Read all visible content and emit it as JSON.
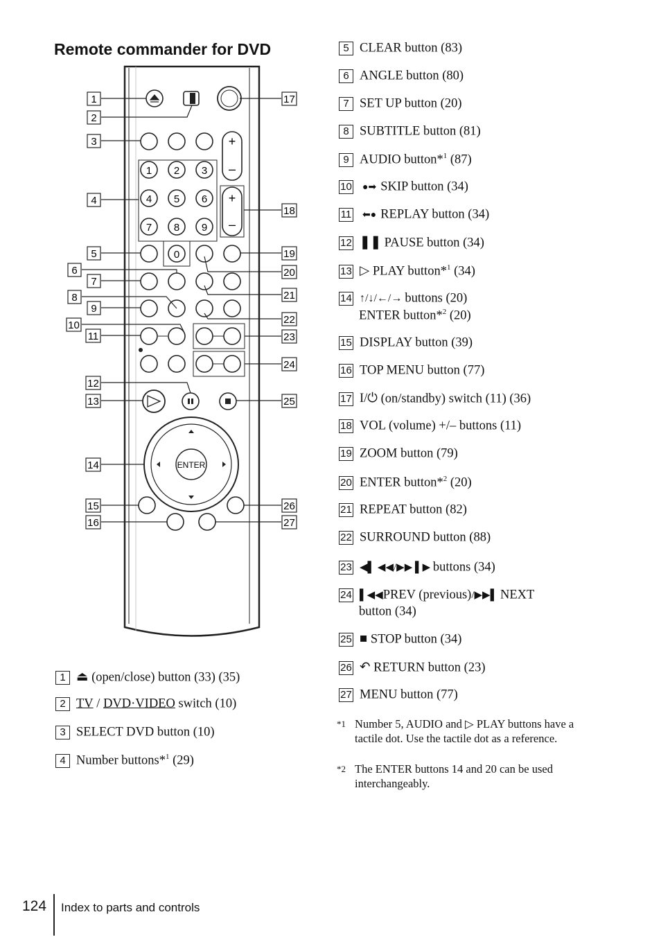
{
  "page": {
    "title": "Remote commander for DVD",
    "page_number": "124",
    "section": "Index to parts and controls"
  },
  "remote": {
    "center_button": "ENTER",
    "callouts": [
      "1",
      "2",
      "3",
      "4",
      "5",
      "6",
      "7",
      "8",
      "9",
      "10",
      "11",
      "12",
      "13",
      "14",
      "15",
      "16",
      "17",
      "18",
      "19",
      "20",
      "21",
      "22",
      "23",
      "24",
      "25",
      "26",
      "27"
    ],
    "number_keys": [
      "1",
      "2",
      "3",
      "4",
      "5",
      "6",
      "7",
      "8",
      "9",
      "0"
    ]
  },
  "left_items": [
    {
      "num": "1",
      "text": "(open/close) button (33) (35)",
      "icon": "eject-icon"
    },
    {
      "num": "2",
      "text_a": "TV",
      "sep": " / ",
      "text_b": "DVD·VIDEO",
      "text_c": " switch (10)"
    },
    {
      "num": "3",
      "text": "SELECT DVD button (10)"
    },
    {
      "num": "4",
      "text": "Number buttons*",
      "sup": "1",
      "after": " (29)"
    }
  ],
  "right_items": [
    {
      "num": "5",
      "text": "CLEAR button (83)"
    },
    {
      "num": "6",
      "text": "ANGLE button (80)"
    },
    {
      "num": "7",
      "text": "SET UP button (20)"
    },
    {
      "num": "8",
      "text": "SUBTITLE button (81)"
    },
    {
      "num": "9",
      "text": "AUDIO button*",
      "sup": "1",
      "after": " (87)"
    },
    {
      "num": "10",
      "text": "SKIP button (34)",
      "icon": "skip-icon"
    },
    {
      "num": "11",
      "text": "REPLAY button (34)",
      "icon": "replay-icon"
    },
    {
      "num": "12",
      "text": "PAUSE button (34)",
      "icon": "pause-icon"
    },
    {
      "num": "13",
      "text": "PLAY button*",
      "sup": "1",
      "after": " (34)",
      "icon": "play-outline-icon"
    },
    {
      "num": "14",
      "text": "buttons (20)",
      "line2": "ENTER button*",
      "sup2": "2",
      "after2": " (20)",
      "icon": "arrows-icon"
    },
    {
      "num": "15",
      "text": "DISPLAY button (39)"
    },
    {
      "num": "16",
      "text": "TOP MENU button (77)"
    },
    {
      "num": "17",
      "text": "(on/standby) switch (11) (36)",
      "icon": "power-icon"
    },
    {
      "num": "18",
      "text": "VOL (volume) +/– buttons (11)"
    },
    {
      "num": "19",
      "text": "ZOOM button (79)"
    },
    {
      "num": "20",
      "text": "ENTER button*",
      "sup": "2",
      "after": "  (20)"
    },
    {
      "num": "21",
      "text": "REPEAT button (82)"
    },
    {
      "num": "22",
      "text": "SURROUND button (88)"
    },
    {
      "num": "23",
      "text": "buttons (34)",
      "icon": "slow-scan-icon"
    },
    {
      "num": "24",
      "text": "PREV (previous)",
      "mid": "NEXT",
      "line2": "button  (34)",
      "icon": "prev-next-icon"
    },
    {
      "num": "25",
      "text": "STOP button (34)",
      "icon": "stop-icon"
    },
    {
      "num": "26",
      "text": "RETURN button (23)",
      "icon": "return-icon"
    },
    {
      "num": "27",
      "text": "MENU button (77)"
    }
  ],
  "footnotes": [
    {
      "mark": "*1",
      "text_a": "Number 5, AUDIO and ",
      "text_b": " PLAY buttons have a tactile dot.  Use the tactile dot as a reference."
    },
    {
      "mark": "*2",
      "text": "The ENTER buttons 14 and 20 can be used interchangeably."
    }
  ]
}
